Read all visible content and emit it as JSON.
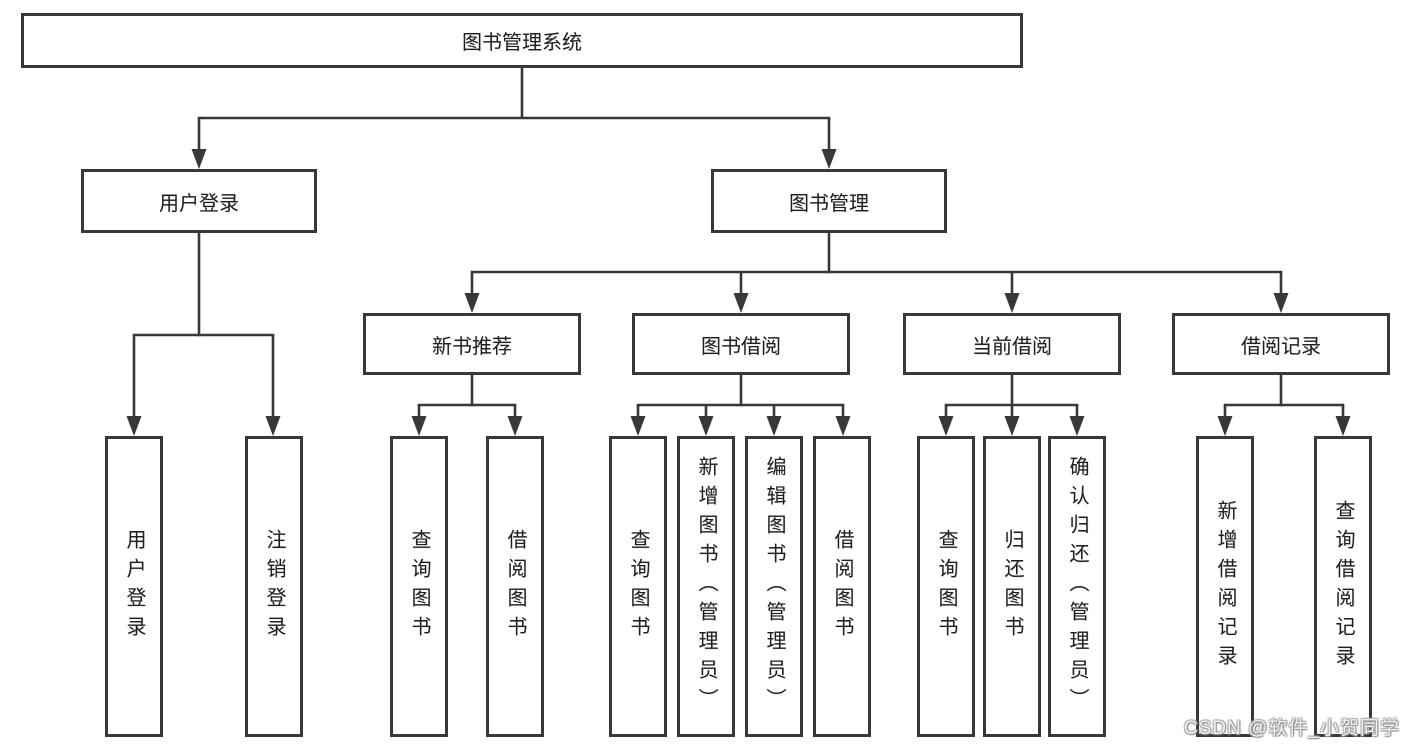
{
  "tree": {
    "label": "图书管理系统",
    "children": [
      {
        "label": "用户登录",
        "children": [
          {
            "label": "用户登录"
          },
          {
            "label": "注销登录"
          }
        ]
      },
      {
        "label": "图书管理",
        "children": [
          {
            "label": "新书推荐",
            "children": [
              {
                "label": "查询图书"
              },
              {
                "label": "借阅图书"
              }
            ]
          },
          {
            "label": "图书借阅",
            "children": [
              {
                "label": "查询图书"
              },
              {
                "label": "新增图书（管理员）"
              },
              {
                "label": "编辑图书（管理员）"
              },
              {
                "label": "借阅图书"
              }
            ]
          },
          {
            "label": "当前借阅",
            "children": [
              {
                "label": "查询图书"
              },
              {
                "label": "归还图书"
              },
              {
                "label": "确认归还（管理员）"
              }
            ]
          },
          {
            "label": "借阅记录",
            "children": [
              {
                "label": "新增借阅记录"
              },
              {
                "label": "查询借阅记录"
              }
            ]
          }
        ]
      }
    ]
  },
  "watermark": {
    "text": "CSDN @软件_小贺同学"
  },
  "colors": {
    "line": "#383838",
    "box_border": "#383838",
    "text": "#1f1f1f",
    "background": "#ffffff",
    "watermark_text": "#f2f0ef"
  }
}
